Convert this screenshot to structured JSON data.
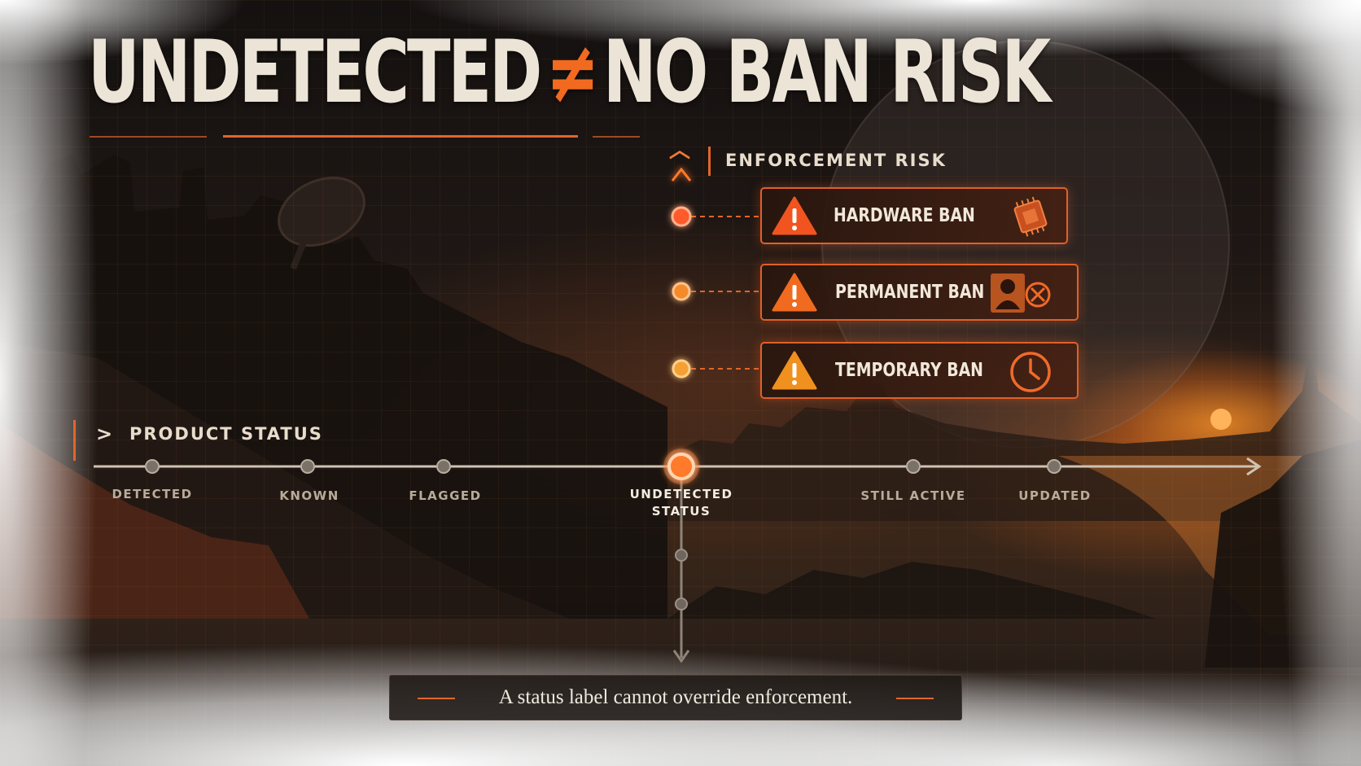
{
  "title": {
    "part1": "UNDETECTED",
    "symbol": "≠",
    "part2": "NO BAN RISK"
  },
  "enforcement": {
    "label": "ENFORCEMENT RISK",
    "items": [
      {
        "label": "HARDWARE BAN",
        "icon": "chip-icon"
      },
      {
        "label": "PERMANENT BAN",
        "icon": "blocked-user-icon"
      },
      {
        "label": "TEMPORARY BAN",
        "icon": "clock-icon"
      }
    ]
  },
  "product_status": {
    "label": "PRODUCT STATUS",
    "nodes": [
      {
        "label": "DETECTED"
      },
      {
        "label": "KNOWN"
      },
      {
        "label": "FLAGGED"
      },
      {
        "label": "UNDETECTED STATUS",
        "active": true
      },
      {
        "label": "STILL ACTIVE"
      },
      {
        "label": "UPDATED"
      }
    ]
  },
  "caption": "A status label cannot override enforcement.",
  "colors": {
    "accent": "#f26a1f",
    "title_text": "#ece4d6",
    "warning_fill": "#f26a1f"
  }
}
